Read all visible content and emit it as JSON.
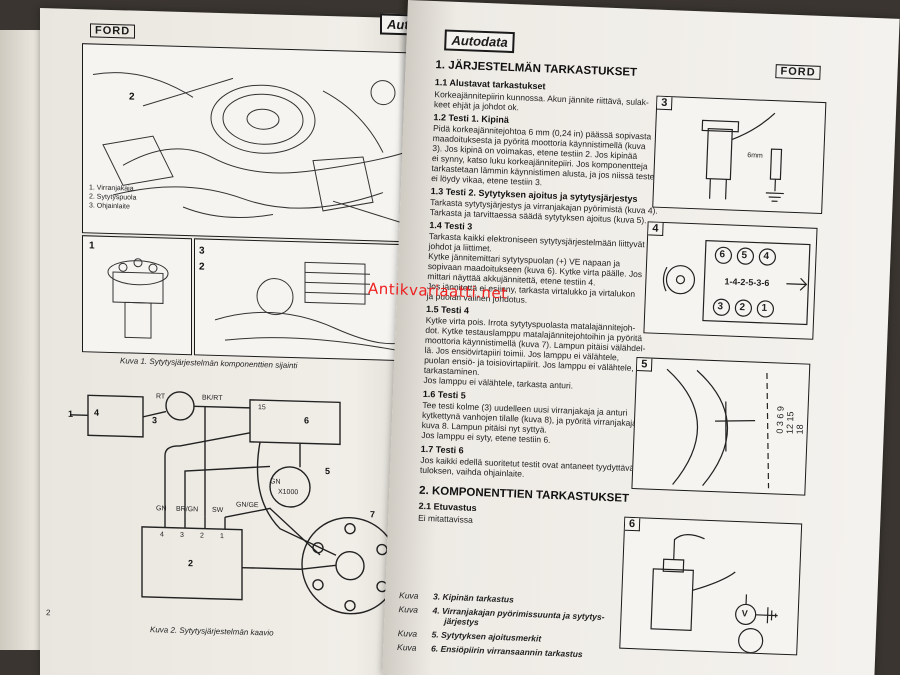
{
  "left_page": {
    "brand": "FORD",
    "header_partial": "Autodata",
    "figure1": {
      "num_a": "1",
      "num_b": "2",
      "num_c": "3",
      "legend": [
        "1. Virranjakaja",
        "2. Sytytyspuola",
        "3. Ohjainlaite"
      ],
      "caption": "Kuva 1. Sytytysjärjestelmän komponenttien sijainti"
    },
    "figure2": {
      "labels": {
        "rt": "RT",
        "bkrt": "BK/RT",
        "gn": "GN",
        "brgn": "BR/GN",
        "sw": "SW",
        "gnge": "GN/GE",
        "gn2": "GN",
        "x1000": "X1000",
        "t15": "15",
        "pin4": "4",
        "pin3": "3",
        "pin2": "2",
        "pin1": "1"
      },
      "numbers": [
        "1",
        "2",
        "3",
        "4",
        "5",
        "6",
        "7"
      ],
      "caption": "Kuva 2. Sytytysjärjestelmän kaavio"
    },
    "page_number": "2"
  },
  "right_page": {
    "brand": "Autodata",
    "ford": "FORD",
    "title": "1. JÄRJESTELMÄN TARKASTUKSET",
    "s11_title": "1.1 Alustavat tarkastukset",
    "s11_text": [
      "Korkeajännitepiirin kunnossa. Akun jännite riittävä, sulak-",
      "keet ehjät ja johdot ok."
    ],
    "s12_title": "1.2 Testi 1. Kipinä",
    "s12_text": [
      "Pidä korkeajännitejohtoa 6 mm (0,24 in) päässä sopivasta",
      "maadoituksesta ja pyöritä moottoria käynnistimellä (kuva",
      "3). Jos kipinä on voimakas, etene testiin 2. Jos kipinää",
      "ei synny, katso luku korkeajännitepiiri. Jos komponentteja",
      "tarkastetaan lämmin käynnistimen alusta, ja jos niissä testeissä",
      "ei löydy vikaa, etene testiin 3."
    ],
    "s13_title": "1.3 Testi 2. Sytytyksen ajoitus ja sytytysjärjestys",
    "s13_text": [
      "Tarkasta sytytysjärjestys ja virranjakajan pyörimistä (kuva 4).",
      "Tarkasta ja tarvittaessa säädä sytytyksen ajoitus (kuva 5)."
    ],
    "s14_title": "1.4 Testi 3",
    "s14_text": [
      "Tarkasta kaikki elektroniseen sytytysjärjestelmään liittyvät",
      "johdot ja liittimet.",
      "Kytke jännitemittari sytytyspuolan (+) VE napaan ja",
      "sopivaan maadoitukseen (kuva 6). Kytke virta päälle. Jos",
      "mittari näyttää akkujännitettä, etene testiin 4.",
      "Jos jännitettä ei esiinny, tarkasta virtalukko ja virtalukon",
      "ja puolan välinen johdotus."
    ],
    "s15_title": "1.5 Testi 4",
    "s15_text": [
      "Kytke virta pois. Irrota sytytyspuolasta matalajännitejoh-",
      "dot. Kytke testauslamppu matalajännitejohtoihin ja pyöritä",
      "moottoria käynnistimellä (kuva 7). Lampun pitäisi välähdel-",
      "lä. Jos ensiövirtapiiri toimii. Jos lamppu ei välähtele,",
      "puolan ensiö- ja toisiovirtapiirit. Jos lamppu ei välähtele,",
      "tarkastaminen.",
      "Jos lamppu ei välähtele, tarkasta anturi."
    ],
    "s16_title": "1.6 Testi 5",
    "s16_text": [
      "Tee testi kolme (3) uudelleen uusi virranjakaja ja anturi",
      "kytkettynä vanhojen tilalle (kuva 8), ja pyöritä virranjakajaa",
      "kuva 8. Lampun pitäisi nyt syttyä.",
      "Jos lamppu ei syty, etene testiin 6."
    ],
    "s17_title": "1.7 Testi 6",
    "s17_text": [
      "Jos kaikki edellä suoritetut testit ovat antaneet tyydyttävän",
      "tuloksen, vaihda ohjainlaite."
    ],
    "s2_title": "2. KOMPONENTTIEN TARKASTUKSET",
    "s21_title": "2.1 Etuvastus",
    "s21_text": "Ei mitattavissa",
    "captions": [
      {
        "kuva": "Kuva",
        "text": "3. Kipinän tarkastus"
      },
      {
        "kuva": "Kuva",
        "text": "4. Virranjakajan pyörimissuunta ja sytytys-"
      },
      {
        "kuva": "",
        "text": "järjestys"
      },
      {
        "kuva": "Kuva",
        "text": "5. Sytytyksen ajoitusmerkit"
      },
      {
        "kuva": "Kuva",
        "text": "6. Ensiöpiirin virransaannin tarkastus"
      }
    ],
    "fig3": {
      "num": "3",
      "label": "6mm"
    },
    "fig4": {
      "num": "4",
      "top": [
        "6",
        "5",
        "4"
      ],
      "order": "1-4-2-5-3-6",
      "bottom": [
        "3",
        "2",
        "1"
      ]
    },
    "fig5": {
      "num": "5",
      "scale": "0 3 6 9 12 15 18"
    },
    "fig6": {
      "num": "6",
      "v": "V"
    }
  },
  "watermark": "Antikvariaatti.net"
}
